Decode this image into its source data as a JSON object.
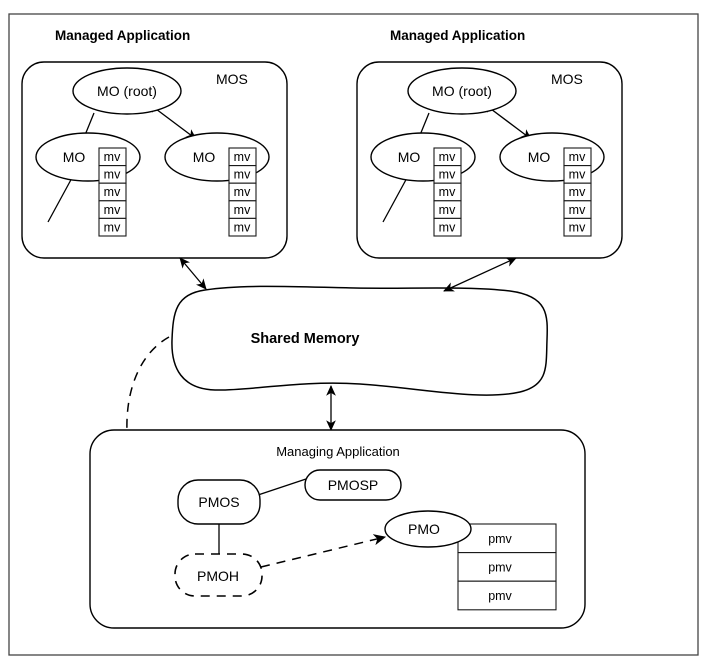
{
  "diagram": {
    "title_left": "Managed Application",
    "title_right": "Managed Application",
    "mos_label": "MOS",
    "mo_root_label": "MO (root)",
    "mo_label": "MO",
    "mv_label": "mv",
    "mv_count": 5,
    "shared_memory_label": "Shared Memory",
    "managing_application_label": "Managing Application",
    "pmos_label": "PMOS",
    "pmosp_label": "PMOSP",
    "pmoh_label": "PMOH",
    "pmo_label": "PMO",
    "pmv_label": "pmv",
    "pmv_count": 3,
    "colors": {
      "outline": "#000000",
      "frame": "#444444",
      "background": "#ffffff",
      "text": "#000000"
    }
  },
  "managed_app_left": {
    "title": "Managed Application",
    "container_label": "MOS",
    "nodes": [
      {
        "label": "MO (root)",
        "shape": "ellipse"
      },
      {
        "label": "MO",
        "shape": "ellipse"
      },
      {
        "label": "MO",
        "shape": "ellipse"
      }
    ],
    "attribute_stacks": [
      {
        "items": [
          "mv",
          "mv",
          "mv",
          "mv",
          "mv"
        ]
      },
      {
        "items": [
          "mv",
          "mv",
          "mv",
          "mv",
          "mv"
        ]
      }
    ]
  },
  "managed_app_right": {
    "title": "Managed Application",
    "container_label": "MOS",
    "nodes": [
      {
        "label": "MO (root)",
        "shape": "ellipse"
      },
      {
        "label": "MO",
        "shape": "ellipse"
      },
      {
        "label": "MO",
        "shape": "ellipse"
      }
    ],
    "attribute_stacks": [
      {
        "items": [
          "mv",
          "mv",
          "mv",
          "mv",
          "mv"
        ]
      },
      {
        "items": [
          "mv",
          "mv",
          "mv",
          "mv",
          "mv"
        ]
      }
    ]
  },
  "shared_memory": {
    "label": "Shared Memory",
    "shape": "blob"
  },
  "managing_app": {
    "label": "Managing Application",
    "nodes": [
      {
        "label": "PMOS",
        "shape": "rounded-rect",
        "style": "solid"
      },
      {
        "label": "PMOSP",
        "shape": "rounded-rect",
        "style": "solid"
      },
      {
        "label": "PMOH",
        "shape": "rounded-rect",
        "style": "dashed"
      },
      {
        "label": "PMO",
        "shape": "ellipse",
        "style": "solid"
      }
    ],
    "pmv_rows": [
      "pmv",
      "pmv",
      "pmv"
    ]
  }
}
